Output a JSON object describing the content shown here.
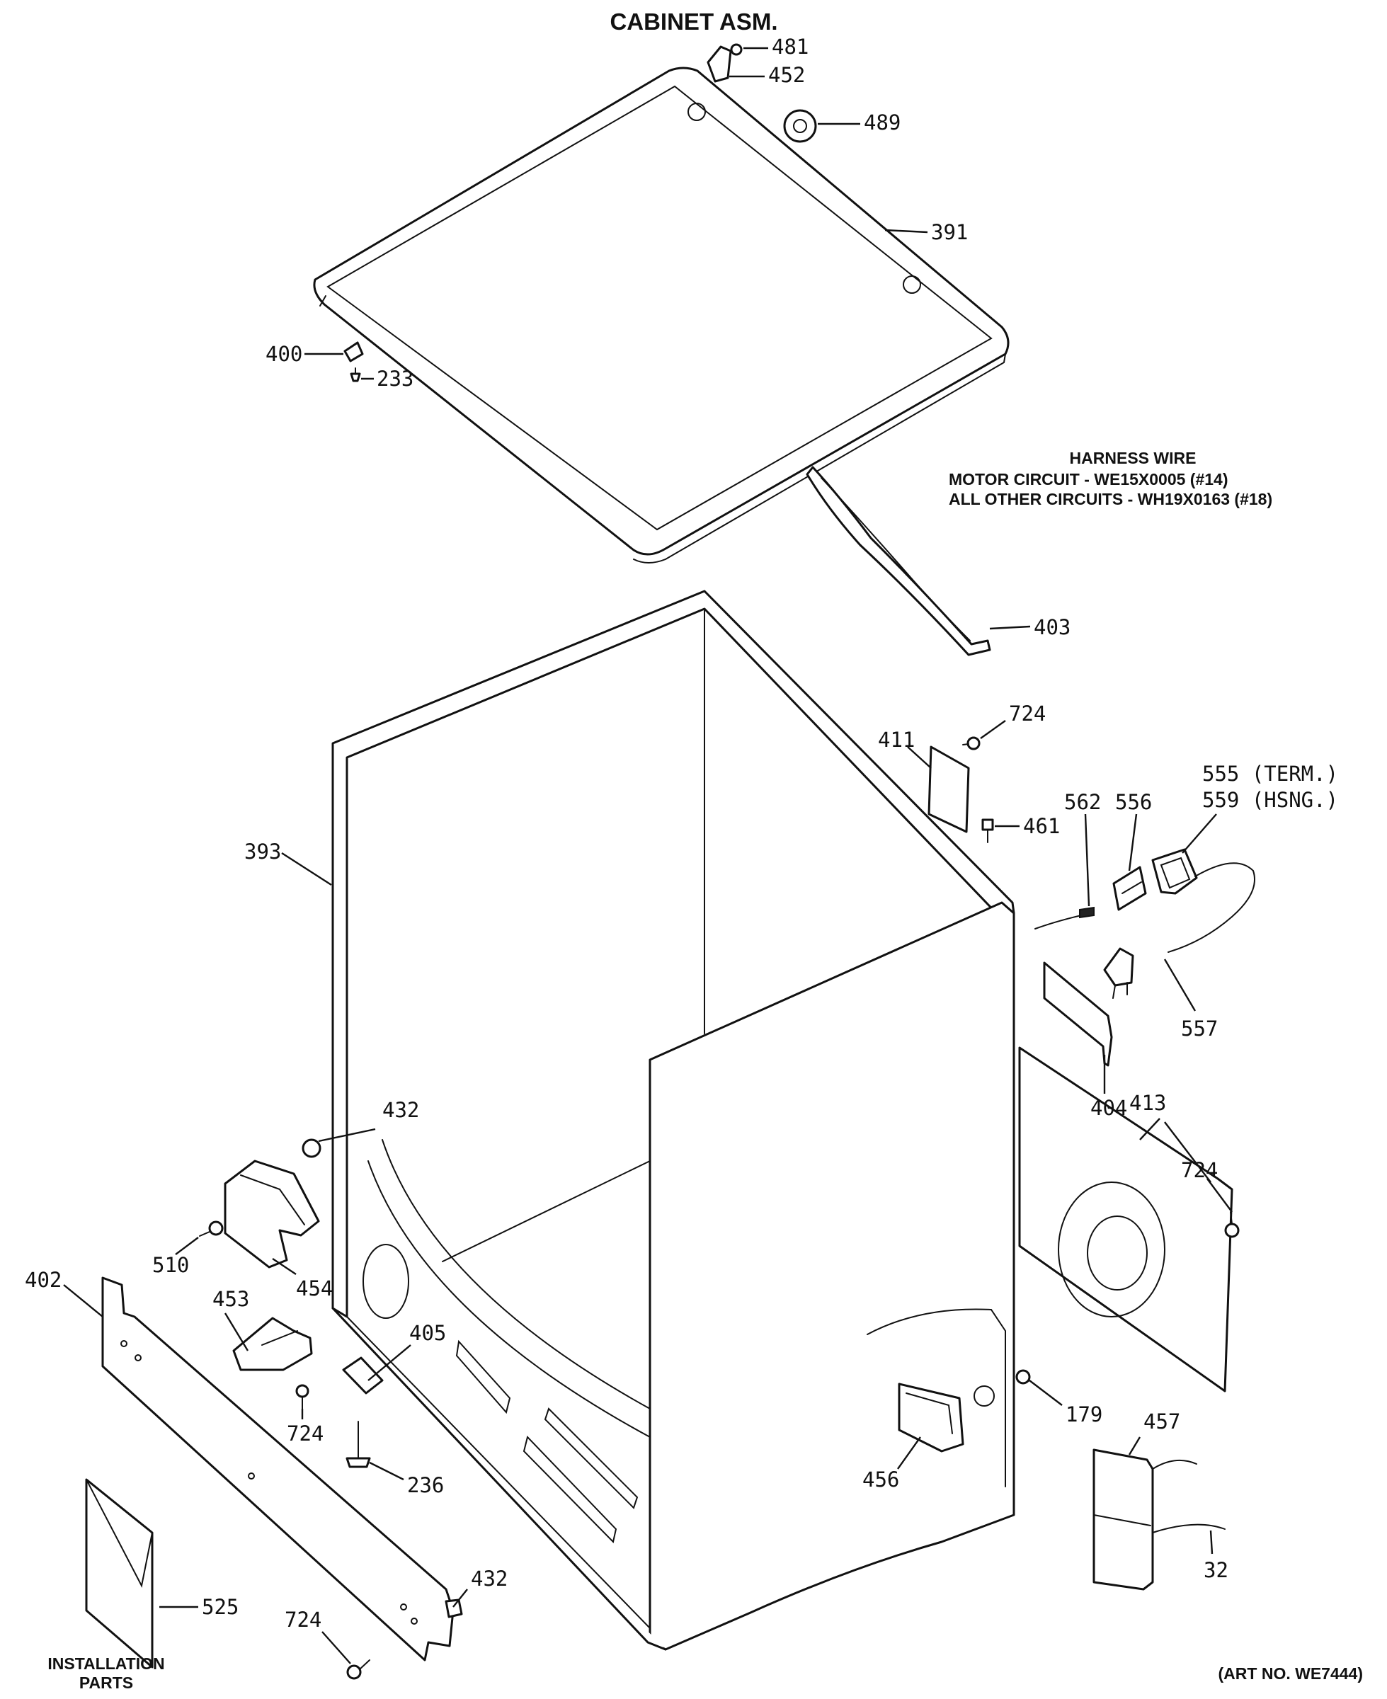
{
  "title": "CABINET ASM.",
  "art_number": "(ART NO. WE7444)",
  "installation_parts": [
    "INSTALLATION",
    "PARTS"
  ],
  "harness_note": {
    "heading": "HARNESS WIRE",
    "line1": "MOTOR CIRCUIT - WE15X0005 (#14)",
    "line2": "ALL OTHER CIRCUITS - WH19X0163 (#18)"
  },
  "callouts": {
    "p481": "481",
    "p452": "452",
    "p489": "489",
    "p391": "391",
    "p400": "400",
    "p233": "233",
    "p403": "403",
    "p724a": "724",
    "p411": "411",
    "p461": "461",
    "p562": "562",
    "p556": "556",
    "p555": "555 (TERM.)",
    "p559": "559 (HSNG.)",
    "p393": "393",
    "p557": "557",
    "p404": "404",
    "p413": "413",
    "p724b": "724",
    "p432a": "432",
    "p510": "510",
    "p454": "454",
    "p402": "402",
    "p453": "453",
    "p405": "405",
    "p724c": "724",
    "p236": "236",
    "p456": "456",
    "p179": "179",
    "p457": "457",
    "p32": "32",
    "p525": "525",
    "p724d": "724",
    "p432b": "432"
  }
}
